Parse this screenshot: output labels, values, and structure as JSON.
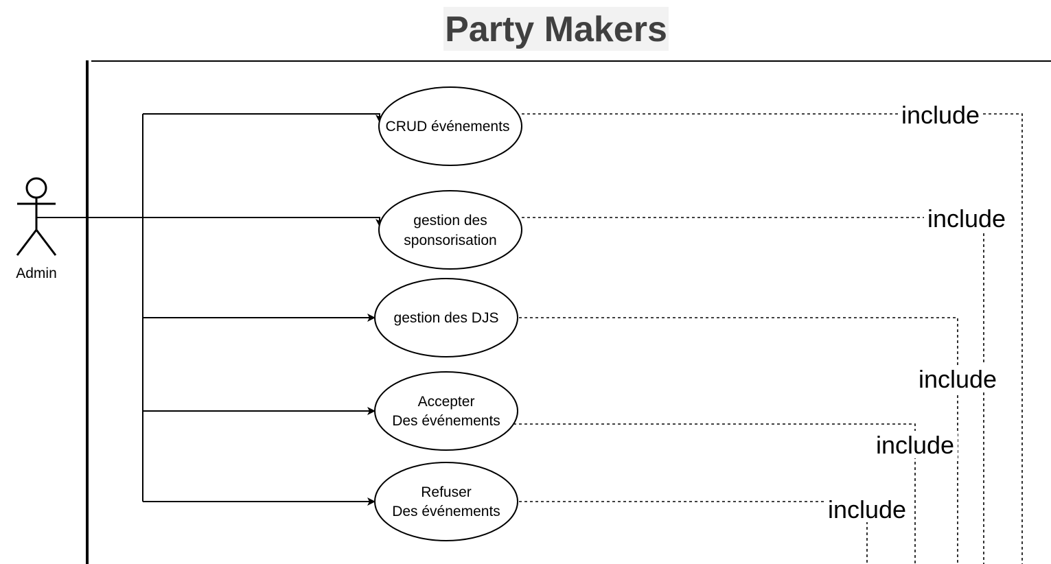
{
  "title": "Party Makers",
  "actor": {
    "label": "Admin"
  },
  "use_cases": [
    {
      "id": "crud",
      "lines": [
        "CRUD événements"
      ]
    },
    {
      "id": "sponsor",
      "lines": [
        "gestion des",
        "sponsorisation"
      ]
    },
    {
      "id": "djs",
      "lines": [
        "gestion des DJS"
      ]
    },
    {
      "id": "accept",
      "lines": [
        "Accepter",
        "Des événements"
      ]
    },
    {
      "id": "refuse",
      "lines": [
        "Refuser",
        "Des événements"
      ]
    }
  ],
  "include_labels": [
    "include",
    "include",
    "include",
    "include",
    "include"
  ],
  "colors": {
    "title": "#404040",
    "title_bg": "#f2f2f2",
    "stroke": "#000000"
  }
}
